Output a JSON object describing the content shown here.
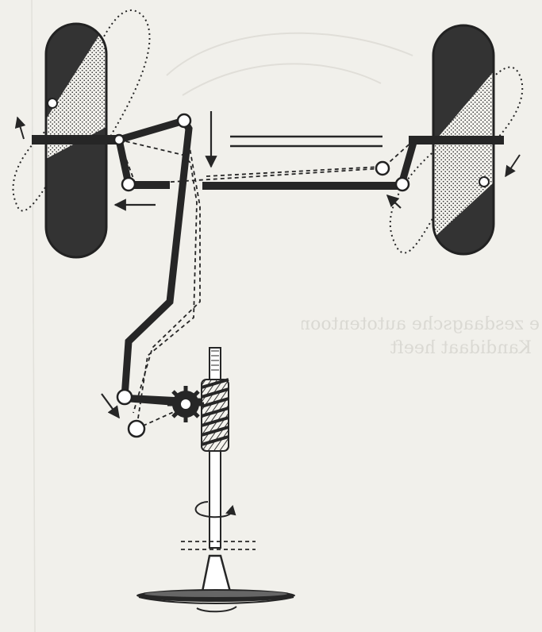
{
  "figure": {
    "subject": "steering linkage mechanism",
    "parts": [
      "left-wheel",
      "right-wheel",
      "front-axle",
      "track-rod",
      "drag-link",
      "pitman-arm",
      "steering-worm",
      "sector-gear",
      "steering-column",
      "steering-wheel"
    ],
    "colors": {
      "paper": "#f1f0eb",
      "ink": "#262626",
      "tire": "#3a3a3a",
      "faded_bleed_text": "#c9c7c1"
    },
    "line_styles": {
      "current_position": "solid",
      "turned_position": "dashed",
      "wheel_swing_path": "dotted"
    }
  },
  "bleed_through": {
    "line1": "e zesdaagsche autotentoonstelling. Deze",
    "line2": "Kandidaat heeft"
  }
}
